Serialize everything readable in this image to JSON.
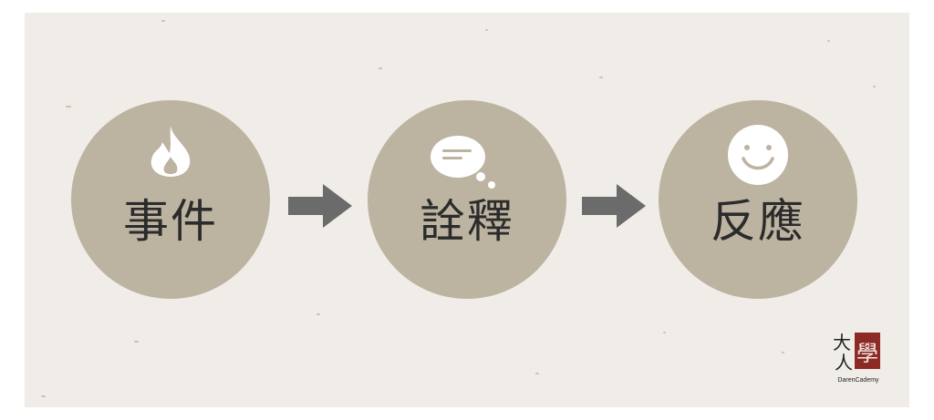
{
  "steps": [
    {
      "label": "事件",
      "icon": "fire-icon"
    },
    {
      "label": "詮釋",
      "icon": "thought-bubble-icon"
    },
    {
      "label": "反應",
      "icon": "smiley-icon"
    }
  ],
  "logo": {
    "big1": "大",
    "big2": "人",
    "stamp": "學",
    "brand": "DarenCademy"
  },
  "colors": {
    "background": "#f0ede8",
    "circle": "#bcb3a1",
    "arrow": "#6b6b6b",
    "text": "#2b2b2b",
    "stamp": "#8c2a26"
  }
}
